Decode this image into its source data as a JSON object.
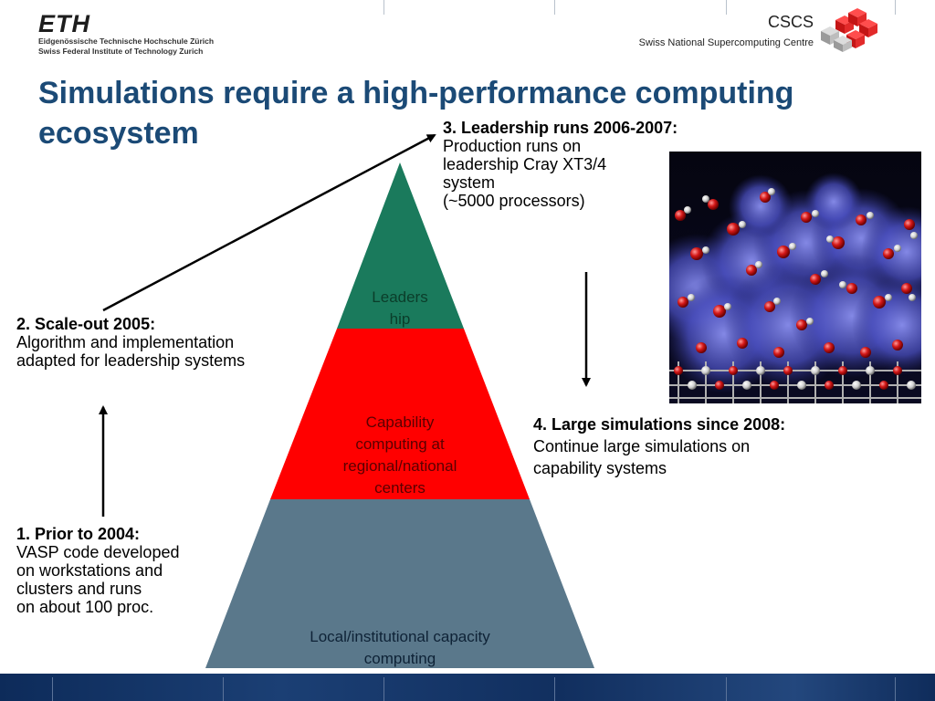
{
  "header": {
    "eth": {
      "wordmark": "ETH",
      "line1": "Eidgenössische Technische Hochschule Zürich",
      "line2": "Swiss Federal Institute of Technology Zurich"
    },
    "cscs": {
      "name": "CSCS",
      "full": "Swiss National Supercomputing Centre"
    }
  },
  "title": "Simulations require a high-performance computing ecosystem",
  "pyramid": {
    "top": {
      "line1": "Leaders",
      "line2": "hip",
      "color": "#1a7a5c"
    },
    "middle": {
      "line1": "Capability",
      "line2": "computing at",
      "line3": "regional/national",
      "line4": "centers",
      "color": "#ff0000"
    },
    "bottom": {
      "line1": "Local/institutional capacity",
      "line2": "computing",
      "color": "#5a788b"
    }
  },
  "steps": {
    "s1": {
      "heading": "1. Prior to 2004:",
      "l1": "VASP code developed",
      "l2": "on workstations and",
      "l3": "clusters and runs",
      "l4": "on about 100 proc."
    },
    "s2": {
      "heading": "2. Scale-out 2005:",
      "l1": "Algorithm and implementation",
      "l2": "adapted for leadership systems"
    },
    "s3": {
      "heading": "3. Leadership runs 2006-2007:",
      "l1": "Production runs on",
      "l2": "leadership Cray XT3/4",
      "l3": "system",
      "l4": "(~5000 processors)"
    },
    "s4": {
      "heading": "4. Large simulations since 2008:",
      "l1": "Continue large simulations on",
      "l2": "capability systems"
    }
  },
  "colors": {
    "title": "#1b4a76",
    "footer": "#0d2b5a"
  }
}
